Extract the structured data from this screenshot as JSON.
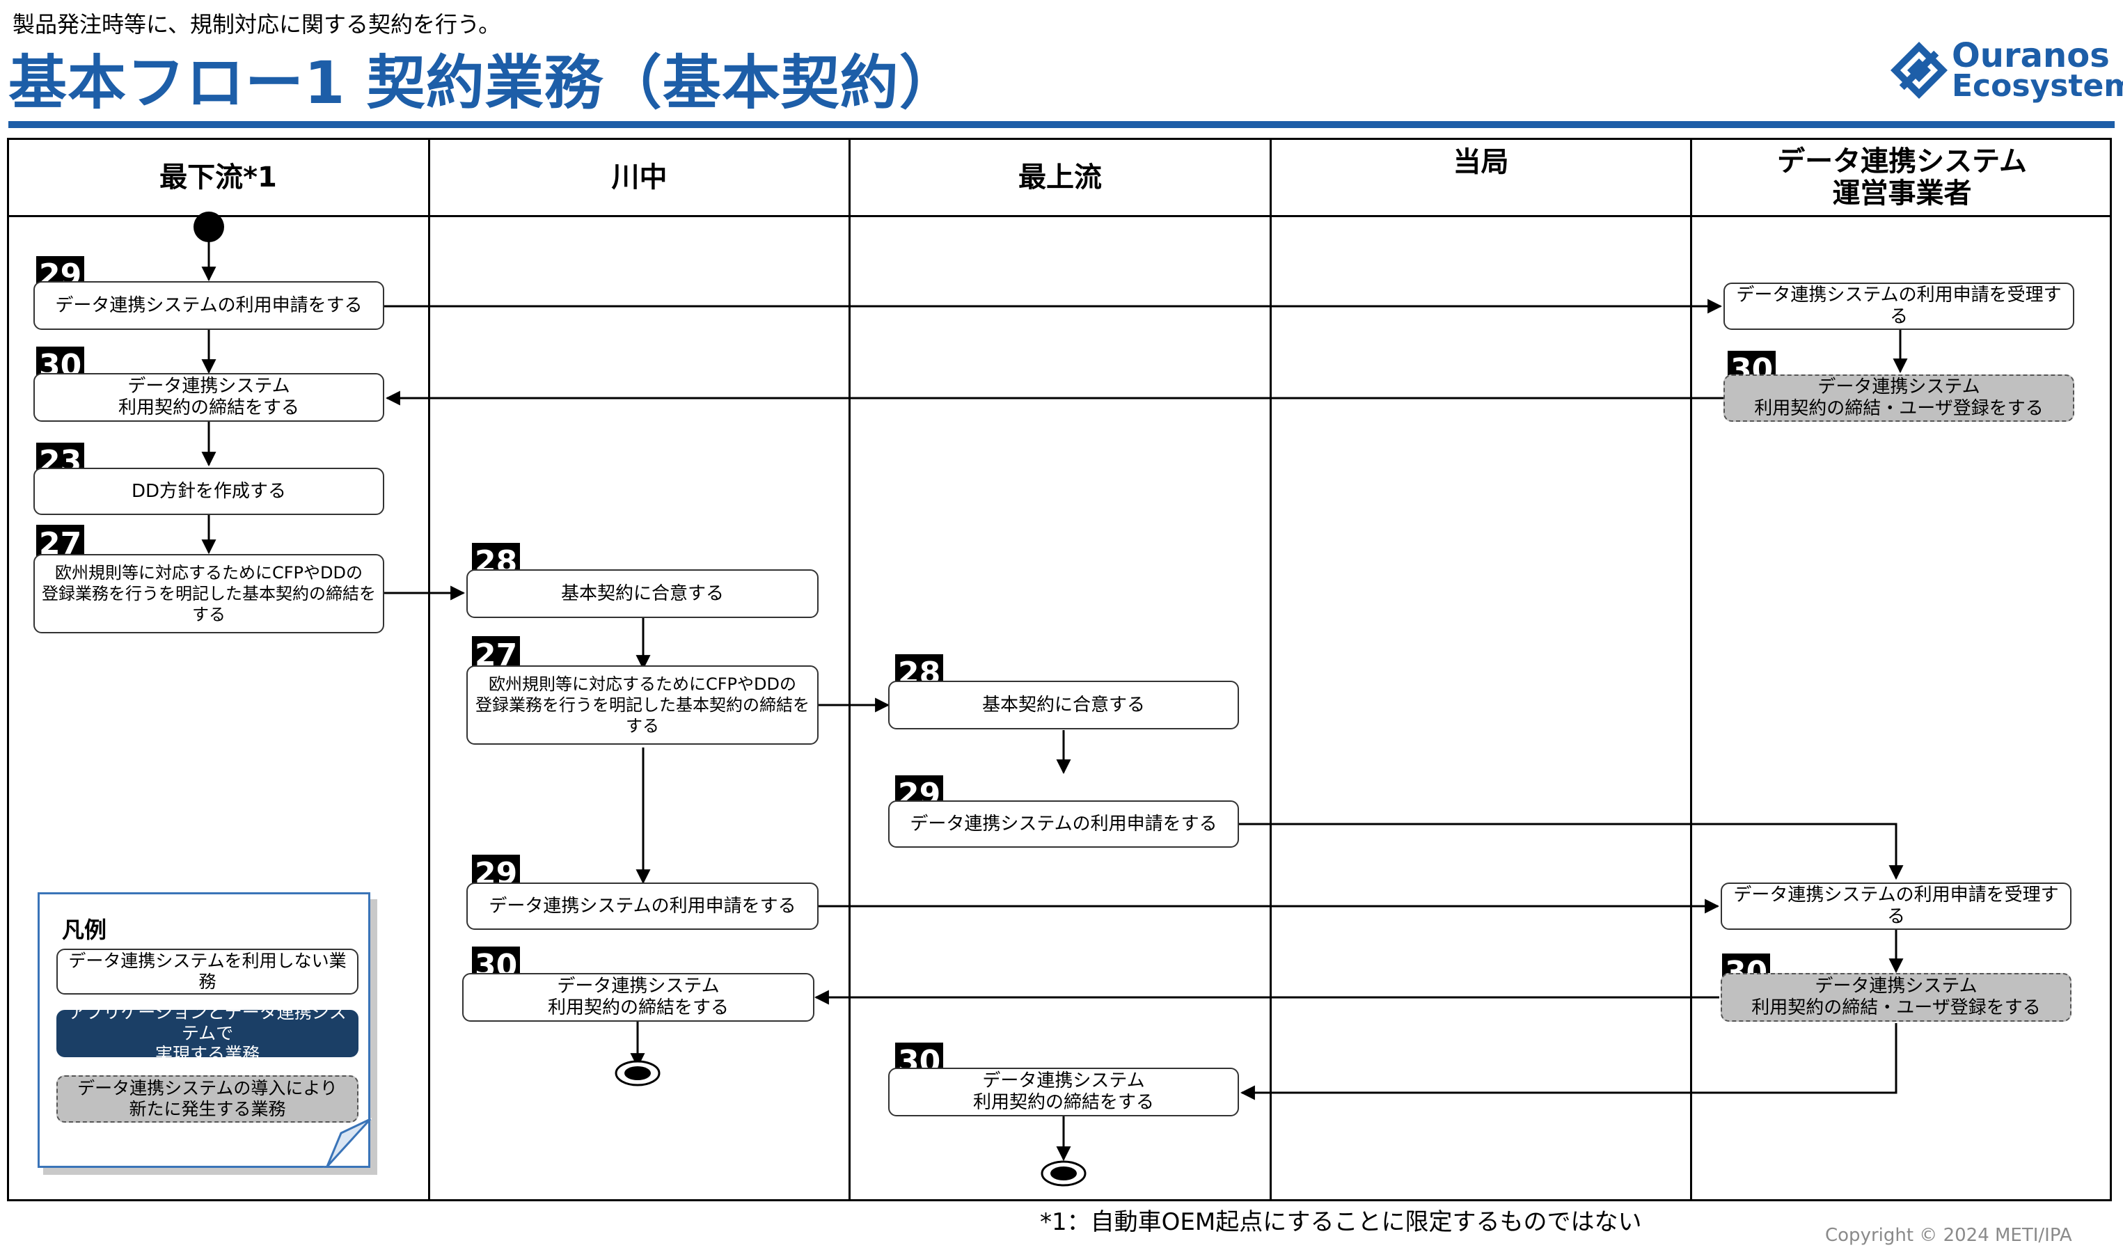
{
  "header": {
    "subtitle": "製品発注時等に、規制対応に関する契約を行う。",
    "title": "基本フロー1 契約業務（基本契約）"
  },
  "logo": {
    "line1": "Ouranos",
    "line2": "Ecosystem"
  },
  "lanes": [
    "最下流*1",
    "川中",
    "最上流",
    "当局",
    "データ連携システム\n運営事業者"
  ],
  "boxes": {
    "b1": {
      "badge": "29",
      "text": "データ連携システムの利用申請をする"
    },
    "b2": {
      "badge": "30",
      "text": "データ連携システム\n利用契約の締結をする"
    },
    "b3": {
      "badge": "23",
      "text": "DD方針を作成する"
    },
    "b4": {
      "badge": "27",
      "text": "欧州規則等に対応するためにCFPやDDの\n登録業務を行うを明記した基本契約の締結を\nする"
    },
    "b5": {
      "badge": "28",
      "text": "基本契約に合意する"
    },
    "b6": {
      "badge": "27",
      "text": "欧州規則等に対応するためにCFPやDDの\n登録業務を行うを明記した基本契約の締結を\nする"
    },
    "b7": {
      "badge": "29",
      "text": "データ連携システムの利用申請をする"
    },
    "b8": {
      "badge": "30",
      "text": "データ連携システム\n利用契約の締結をする"
    },
    "b9": {
      "badge": "28",
      "text": "基本契約に合意する"
    },
    "b10": {
      "badge": "29",
      "text": "データ連携システムの利用申請をする"
    },
    "b11": {
      "badge": "30",
      "text": "データ連携システム\n利用契約の締結をする"
    },
    "b12": {
      "text": "データ連携システムの利用申請を受理する"
    },
    "b13": {
      "badge": "30",
      "text": "データ連携システム\n利用契約の締結・ユーザ登録をする"
    },
    "b14": {
      "text": "データ連携システムの利用申請を受理する"
    },
    "b15": {
      "badge": "30",
      "text": "データ連携システム\n利用契約の締結・ユーザ登録をする"
    }
  },
  "legend": {
    "title": "凡例",
    "items": [
      "データ連携システムを利用しない業務",
      "アプリケーションとデータ連携システムで\n実現する業務",
      "データ連携システムの導入により\n新たに発生する業務"
    ]
  },
  "footnote": "*1：自動車OEM起点にすることに限定するものではない",
  "copyright": "Copyright ©  2024 METI/IPA",
  "colors": {
    "brand": "#1d5ea8",
    "legend_navy": "#1b3f66",
    "new_task_gray": "#c0c0c0"
  }
}
